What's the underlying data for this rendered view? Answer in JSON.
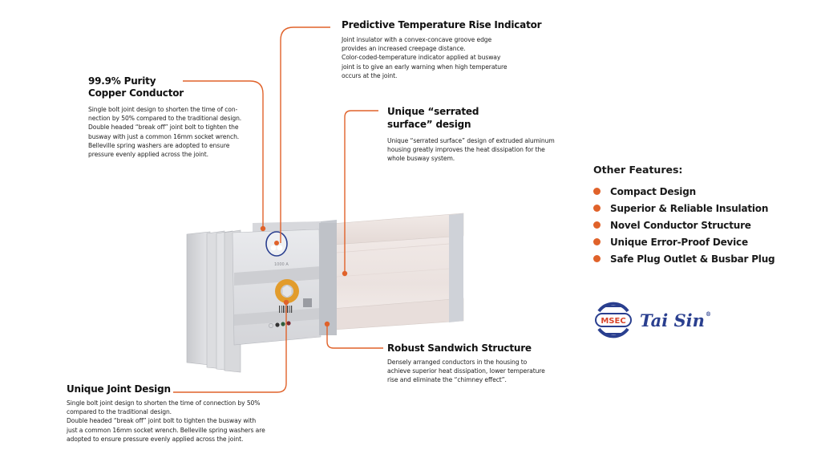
{
  "colors": {
    "accent": "#e0622a",
    "logo_blue": "#2a3f8f",
    "logo_red": "#d9452b",
    "text": "#1a1a1a"
  },
  "callouts": {
    "predictive": {
      "title": "Predictive Temperature Rise Indicator",
      "description": "Joint insulator with a convex-concave groove edge\nprovides an increased creepage distance.\nColor-coded-temperature indicator applied at busway\njoint is to give an early warning when high temperature\noccurs at the joint."
    },
    "copper": {
      "title_line1": "99.9% Purity",
      "title_line2": "Copper Conductor",
      "description": "Single bolt joint design to shorten the time of con-\nnection by 50% compared to the traditional design.\nDouble headed “break off” joint bolt to tighten the\nbusway with just a common 16mm socket wrench.\nBelleville spring washers are adopted to ensure\npressure evenly applied across the joint."
    },
    "serrated": {
      "title_line1": "Unique “serrated",
      "title_line2": "surface” design",
      "description": "Unique “serrated surface” design of extruded aluminum\nhousing greatly improves the heat dissipation for the\nwhole busway system."
    },
    "sandwich": {
      "title": "Robust Sandwich Structure",
      "description": "Densely arranged conductors in the housing to\nachieve superior heat dissipation, lower temperature\nrise and eliminate the “chimney effect”."
    },
    "joint": {
      "title": "Unique Joint Design",
      "description": "Single bolt joint design to shorten the time of connection by 50%\ncompared to the traditional design.\nDouble headed “break off” joint bolt to tighten the busway with\njust a common 16mm socket wrench. Belleville spring washers are\nadopted to ensure pressure evenly applied across the joint."
    }
  },
  "other_features": {
    "title": "Other Features:",
    "items": [
      {
        "label": "Compact Design"
      },
      {
        "label": "Superior & Reliable Insulation"
      },
      {
        "label": "Novel Conductor Structure"
      },
      {
        "label": "Unique Error-Proof Device"
      },
      {
        "label": "Safe Plug Outlet & Busbar Plug"
      }
    ]
  },
  "brand": {
    "logo_text": "MSEC",
    "name": "Tai Sin",
    "registered": "®"
  },
  "product": {
    "rating_label": "1000 A"
  }
}
